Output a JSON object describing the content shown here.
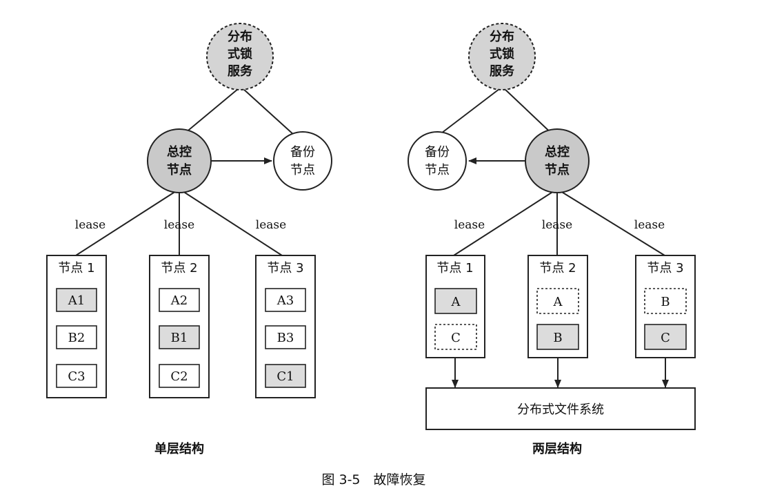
{
  "diagrams": {
    "left": {
      "lock_service": [
        "分布",
        "式锁",
        "服务"
      ],
      "master": [
        "总控",
        "节点"
      ],
      "backup": [
        "备份",
        "节点"
      ],
      "lease_labels": [
        "lease",
        "lease",
        "lease"
      ],
      "nodes": [
        {
          "title": "节点 1",
          "items": [
            {
              "label": "A1",
              "style": "primary"
            },
            {
              "label": "B2",
              "style": "normal"
            },
            {
              "label": "C3",
              "style": "normal"
            }
          ]
        },
        {
          "title": "节点 2",
          "items": [
            {
              "label": "A2",
              "style": "normal"
            },
            {
              "label": "B1",
              "style": "primary"
            },
            {
              "label": "C2",
              "style": "normal"
            }
          ]
        },
        {
          "title": "节点 3",
          "items": [
            {
              "label": "A3",
              "style": "normal"
            },
            {
              "label": "B3",
              "style": "normal"
            },
            {
              "label": "C1",
              "style": "primary"
            }
          ]
        }
      ],
      "caption": "单层结构"
    },
    "right": {
      "lock_service": [
        "分布",
        "式锁",
        "服务"
      ],
      "master": [
        "总控",
        "节点"
      ],
      "backup": [
        "备份",
        "节点"
      ],
      "lease_labels": [
        "lease",
        "lease",
        "lease"
      ],
      "nodes": [
        {
          "title": "节点 1",
          "items": [
            {
              "label": "A",
              "style": "primary"
            },
            {
              "label": "C",
              "style": "dashed"
            }
          ]
        },
        {
          "title": "节点 2",
          "items": [
            {
              "label": "A",
              "style": "dashed"
            },
            {
              "label": "B",
              "style": "primary"
            }
          ]
        },
        {
          "title": "节点 3",
          "items": [
            {
              "label": "B",
              "style": "dashed"
            },
            {
              "label": "C",
              "style": "primary"
            }
          ]
        }
      ],
      "filesystem": "分布式文件系统",
      "caption": "两层结构"
    }
  },
  "figure_caption": "图 3-5　故障恢复"
}
